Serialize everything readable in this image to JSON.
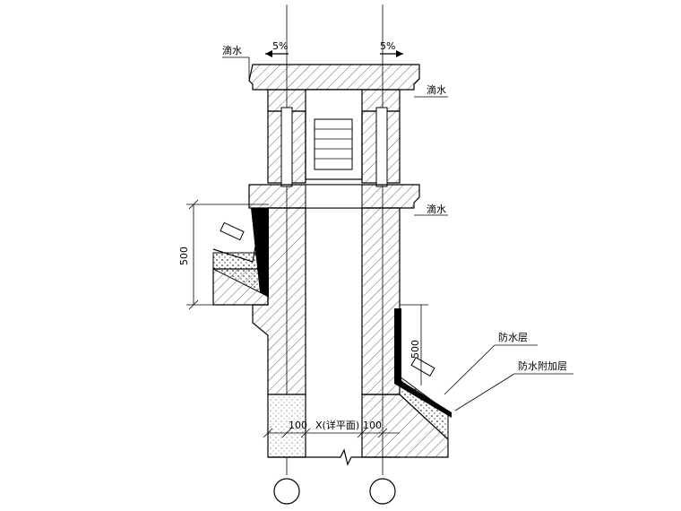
{
  "labels": {
    "drip_left": "滴水",
    "drip_right_top": "滴水",
    "drip_right_mid": "滴水",
    "slope_left": "5%",
    "slope_right": "5%",
    "dim_500_left": "500",
    "dim_500_right": "500",
    "dim_100_left": "100",
    "dim_100_right": "100",
    "dim_x": "X(详平面)",
    "waterproof_layer": "防水层",
    "waterproof_additional_layer": "防水附加层"
  }
}
